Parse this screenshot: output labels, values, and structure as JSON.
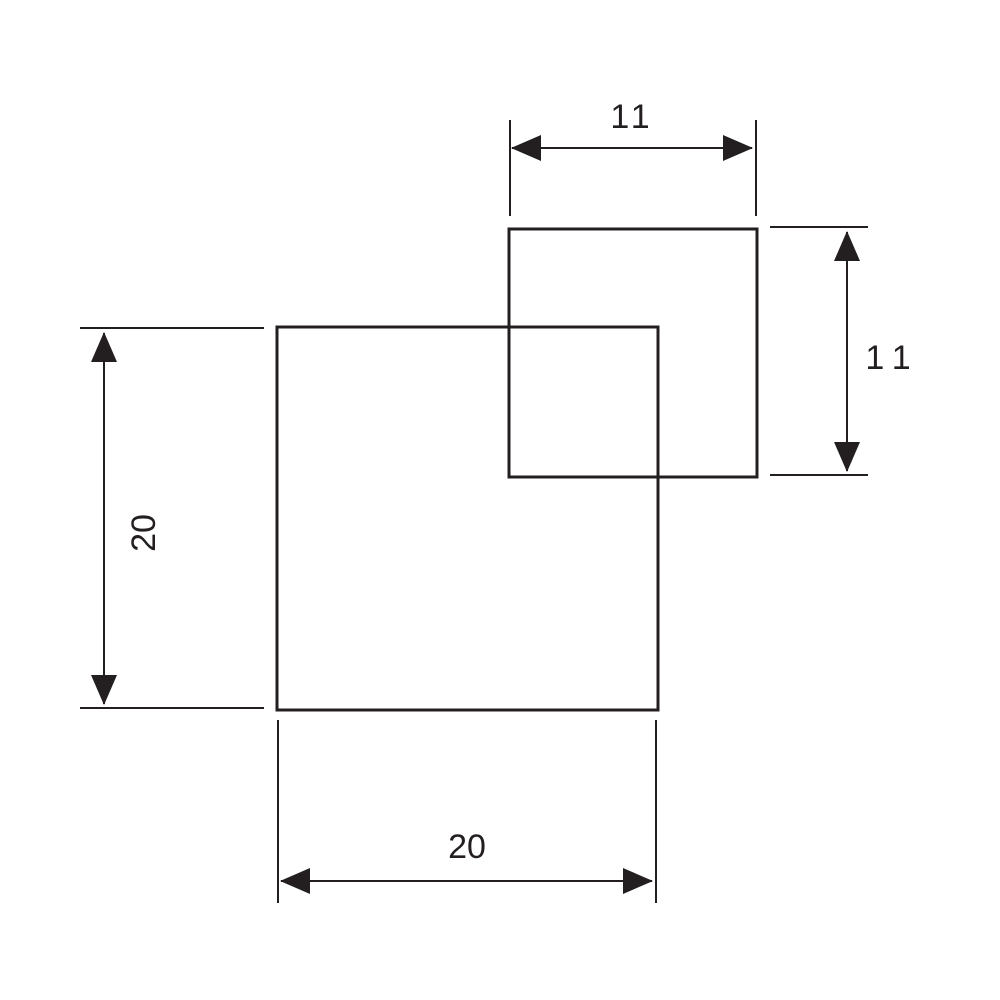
{
  "colors": {
    "stroke": "#231f20",
    "background": "#ffffff"
  },
  "large_square": {
    "width_label": "20",
    "height_label": "20"
  },
  "small_square": {
    "width_label": "11",
    "height_label": "11"
  }
}
